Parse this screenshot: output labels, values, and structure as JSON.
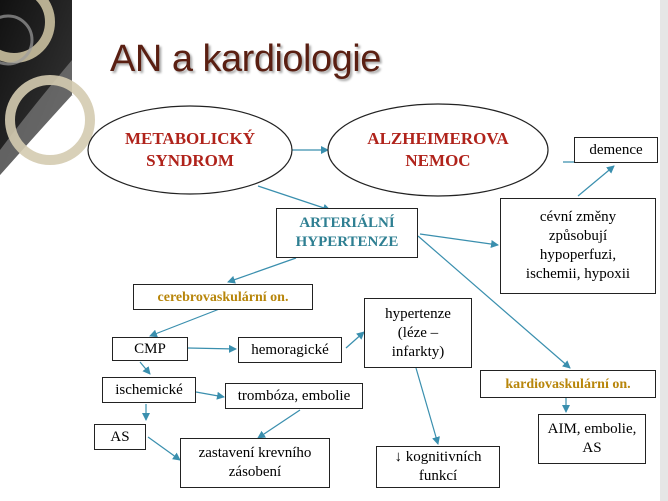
{
  "title": "AN a kardiologie",
  "nodes": {
    "metabolicky": "METABOLICKÝ SYNDROM",
    "alzheimer": "ALZHEIMEROVA NEMOC",
    "demence": "demence",
    "arterialni": "ARTERIÁLNÍ HYPERTENZE",
    "cevni": "cévní změny způsobují hypoperfuzi, ischemii, hypoxii",
    "cerebro": "cerebrovaskulární on.",
    "hypertenze_leze": "hypertenze (léze – infarkty)",
    "cmp": "CMP",
    "hemoragicke": "hemoragické",
    "ischemicke": "ischemické",
    "tromboza": "trombóza, embolie",
    "kardio": "kardiovaskulární on.",
    "as": "AS",
    "zastaveni": "zastavení krevního zásobení",
    "kognitivni": "↓ kognitivních funkcí",
    "aim": "AIM, embolie, AS"
  },
  "colors": {
    "title": "#5a1f12",
    "ellipse_text": "#b0231b",
    "teal": "#2e7f92",
    "gold": "#b8860b",
    "arrow": "#3a8fae"
  }
}
